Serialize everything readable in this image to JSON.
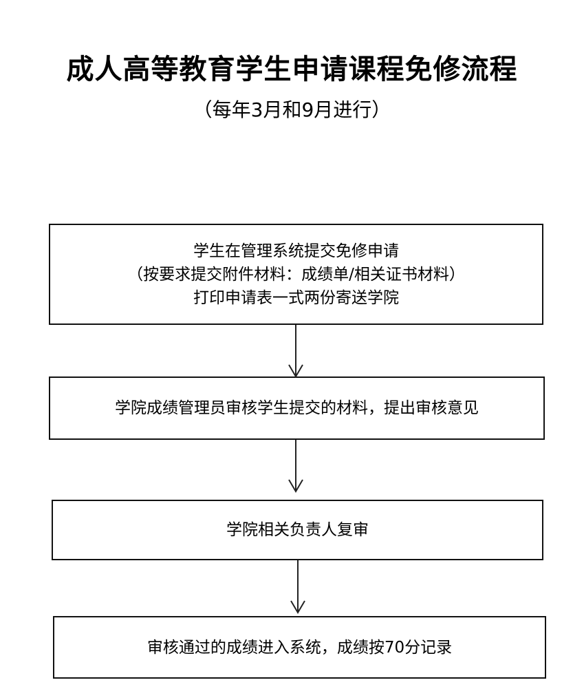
{
  "title": "成人高等教育学生申请课程免修流程",
  "subtitle": "（每年3月和9月进行）",
  "steps": [
    {
      "lines": [
        "学生在管理系统提交免修申请",
        "（按要求提交附件材料：成绩单/相关证书材料）",
        "打印申请表一式两份寄送学院"
      ]
    },
    {
      "lines": [
        "学院成绩管理员审核学生提交的材料，提出审核意见"
      ]
    },
    {
      "lines": [
        "学院相关负责人复审"
      ]
    },
    {
      "lines": [
        "审核通过的成绩进入系统，成绩按70分记录"
      ]
    }
  ]
}
